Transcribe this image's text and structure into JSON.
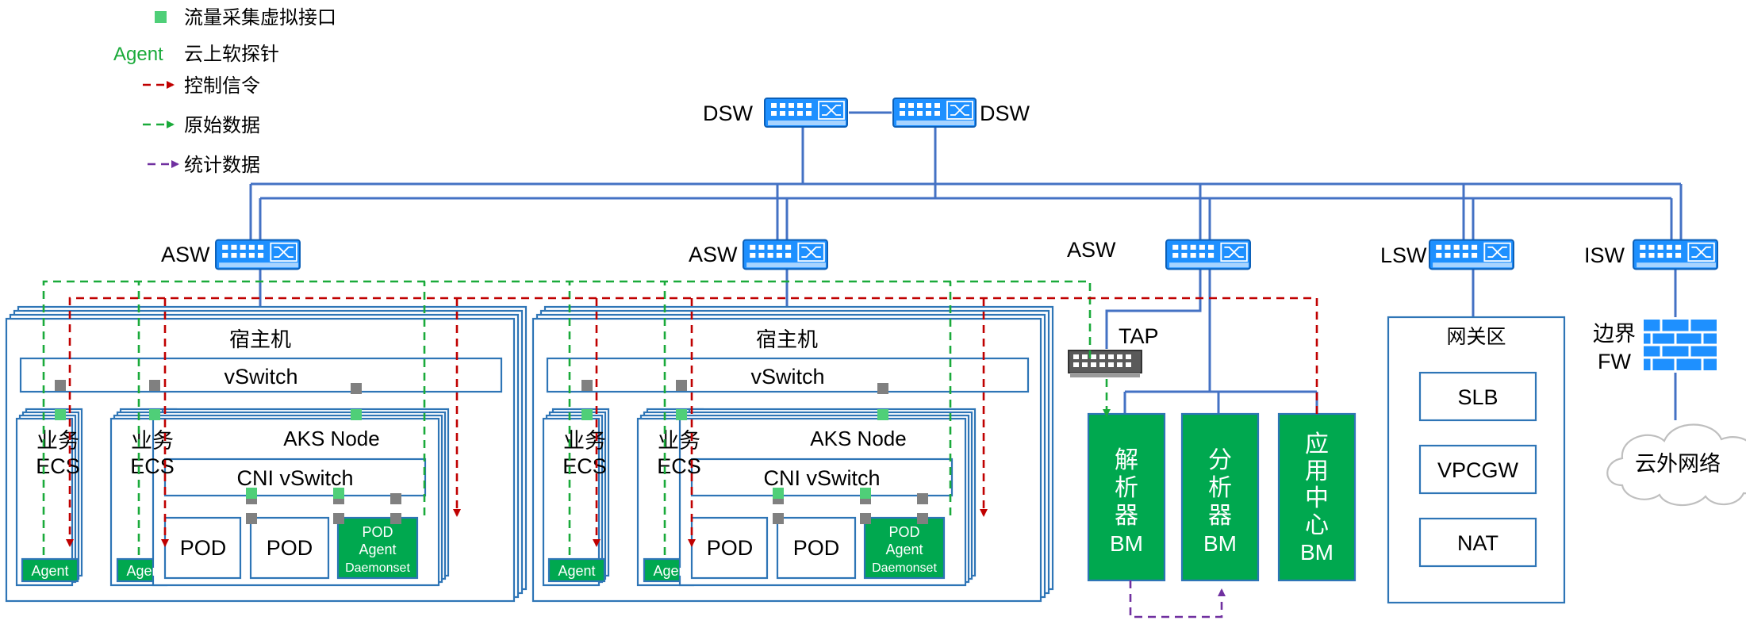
{
  "legend": {
    "capture_port": "流量采集虚拟接口",
    "agent_word": "Agent",
    "agent_desc": "云上软探针",
    "control": "控制信令",
    "raw": "原始数据",
    "stats": "统计数据"
  },
  "switches": {
    "dsw": "DSW",
    "asw": "ASW",
    "lsw": "LSW",
    "isw": "ISW"
  },
  "host": {
    "title": "宿主机",
    "vswitch": "vSwitch",
    "ecs_line1": "业务",
    "ecs_line2": "ECS",
    "agent": "Agent",
    "aks_node": "AKS Node",
    "cni": "CNI vSwitch",
    "pod": "POD",
    "daemon_line1": "POD",
    "daemon_line2": "Agent",
    "daemon_line3": "Daemonset"
  },
  "tap": "TAP",
  "bm": {
    "analyzer": [
      "解",
      "析",
      "器",
      "BM"
    ],
    "analysis": [
      "分",
      "析",
      "器",
      "BM"
    ],
    "app_center": [
      "应",
      "用",
      "中",
      "心",
      "BM"
    ]
  },
  "gateway": {
    "title": "网关区",
    "items": [
      "SLB",
      "VPCGW",
      "NAT"
    ]
  },
  "border_fw": [
    "边界",
    "FW"
  ],
  "cloud": "云外网络",
  "colors": {
    "switch_blue": "#1e90ff",
    "agent_green": "#00a84f",
    "control_red": "#c00000",
    "raw_green": "#1aaa3a",
    "stats_purple": "#7030a0",
    "link_blue": "#4472c4"
  }
}
